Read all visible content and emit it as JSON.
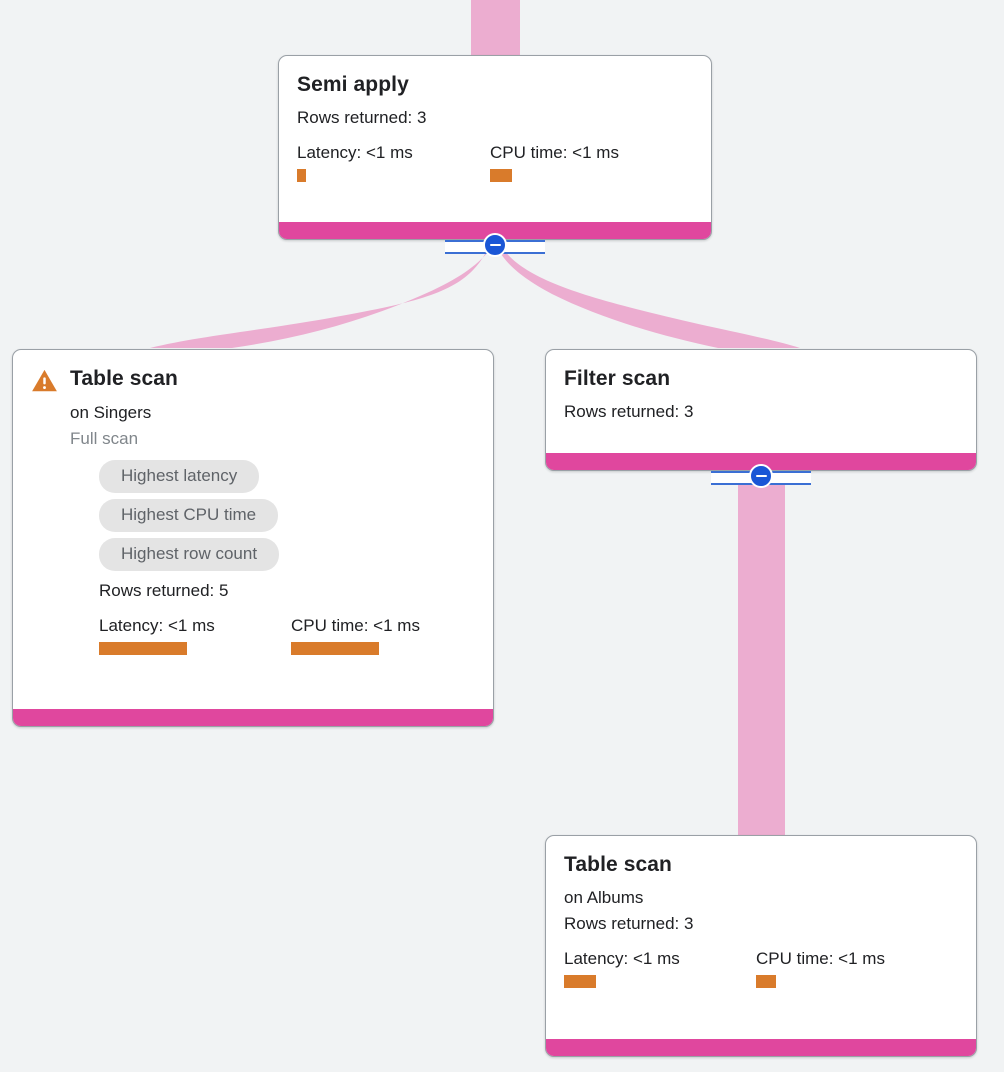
{
  "canvas": {
    "background_color": "#f1f3f4",
    "edge_color": "#ecadd0",
    "footer_color": "#e0479e",
    "bar_color": "#d97b2b",
    "toggle_color": "#1a56d6",
    "warning_color": "#d97b2b",
    "chip_bg_color": "#e4e4e4"
  },
  "labels": {
    "rows_returned_prefix": "Rows returned:",
    "latency_prefix": "Latency:",
    "cpu_time_prefix": "CPU time:"
  },
  "nodes": [
    {
      "id": "semi-apply",
      "title": "Semi apply",
      "subtitle": "",
      "scan_note": "",
      "has_warning": false,
      "chips": [],
      "rows_returned": "Rows returned: 3",
      "latency": "Latency: <1 ms",
      "cpu_time": "CPU time: <1 ms",
      "latency_bar_width": 9,
      "cpu_bar_width": 22,
      "collapse_state": "expanded"
    },
    {
      "id": "table-scan-singers",
      "title": "Table scan",
      "subtitle": "on Singers",
      "scan_note": "Full scan",
      "has_warning": true,
      "chips": [
        "Highest latency",
        "Highest CPU time",
        "Highest row count"
      ],
      "rows_returned": "Rows returned: 5",
      "latency": "Latency: <1 ms",
      "cpu_time": "CPU time: <1 ms",
      "latency_bar_width": 88,
      "cpu_bar_width": 88,
      "collapse_state": "none"
    },
    {
      "id": "filter-scan",
      "title": "Filter scan",
      "subtitle": "",
      "scan_note": "",
      "has_warning": false,
      "chips": [],
      "rows_returned": "Rows returned: 3",
      "latency": "",
      "cpu_time": "",
      "latency_bar_width": 0,
      "cpu_bar_width": 0,
      "collapse_state": "expanded"
    },
    {
      "id": "table-scan-albums",
      "title": "Table scan",
      "subtitle": "on Albums",
      "scan_note": "",
      "has_warning": false,
      "chips": [],
      "rows_returned": "Rows returned: 3",
      "latency": "Latency: <1 ms",
      "cpu_time": "CPU time: <1 ms",
      "latency_bar_width": 32,
      "cpu_bar_width": 20,
      "collapse_state": "none"
    }
  ]
}
